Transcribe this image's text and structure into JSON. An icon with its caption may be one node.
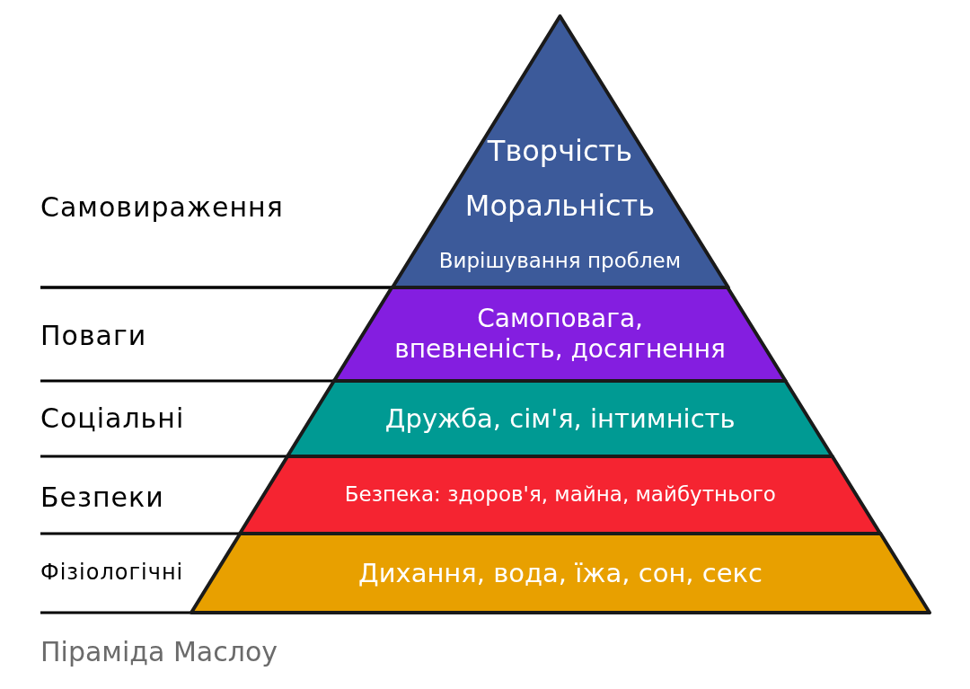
{
  "diagram": {
    "caption": "Піраміда Маслоу",
    "nodes": [
      {
        "text": [
          "Творчість",
          "Моральність",
          "Вирішування проблем"
        ]
      },
      {
        "text": [
          "Самоповага, впевненість, досягнення"
        ]
      },
      {
        "text": [
          "Дружба, сім'я, інтимність"
        ]
      },
      {
        "text": [
          "Безпека: здоров'я, майна, майбутнього"
        ]
      },
      {
        "text": [
          "Дихання, вода, їжа, сон, секс"
        ]
      }
    ],
    "labels": [
      "Самовираження",
      "Поваги",
      "Соціальні",
      "Безпеки",
      "Фізіологічні"
    ]
  }
}
